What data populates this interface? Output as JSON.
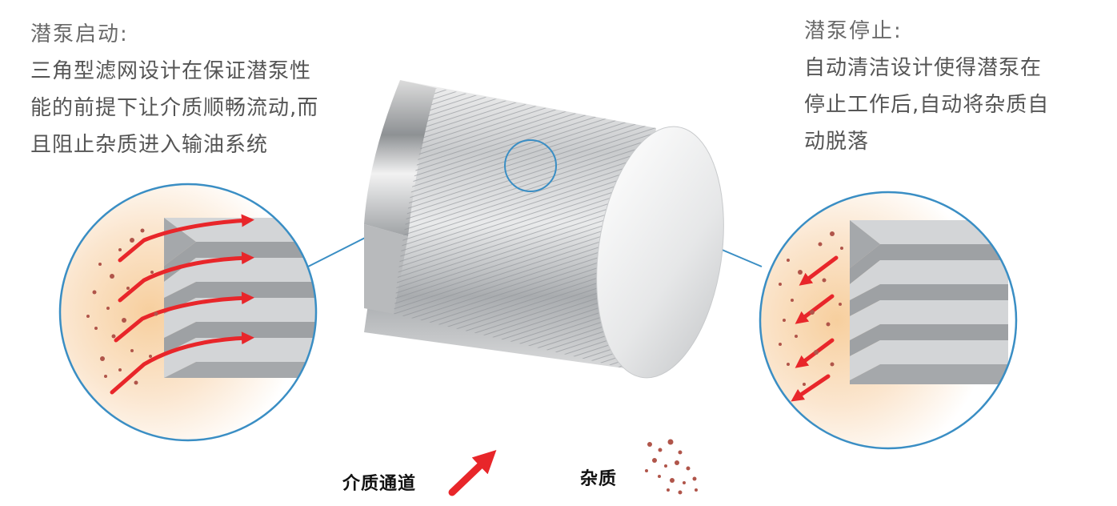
{
  "left_panel": {
    "heading": "潜泵启动:",
    "body_lines": [
      "三角型滤网设计在保证潜泵性",
      "能的前提下让介质顺畅流动,而",
      "且阻止杂质进入输油系统"
    ]
  },
  "right_panel": {
    "heading": "潜泵停止:",
    "body_lines": [
      "自动清洁设计使得潜泵在",
      "停止工作后,自动将杂质自",
      "动脱落"
    ]
  },
  "legend": {
    "channel_label": "介质通道",
    "impurity_label": "杂质"
  },
  "colors": {
    "arrow": "#e8262a",
    "ring": "#3a8ec4",
    "impurity": "#b0554a",
    "glow": "#f6d2a8"
  }
}
